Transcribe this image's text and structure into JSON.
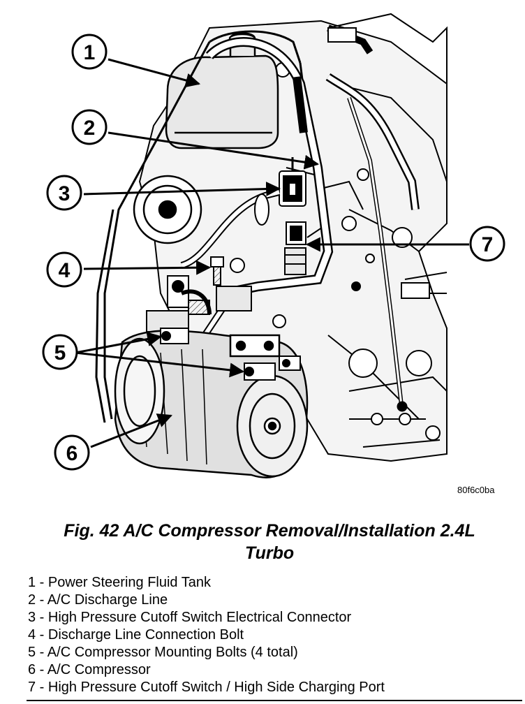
{
  "figure": {
    "image_code": "80f6c0ba",
    "callouts": [
      {
        "number": "1"
      },
      {
        "number": "2"
      },
      {
        "number": "3"
      },
      {
        "number": "4"
      },
      {
        "number": "5"
      },
      {
        "number": "6"
      },
      {
        "number": "7"
      }
    ]
  },
  "caption": {
    "line1": "Fig. 42 A/C Compressor Removal/Installation 2.4L",
    "line2": "Turbo"
  },
  "legend": [
    "1 - Power Steering Fluid Tank",
    "2 - A/C Discharge Line",
    "3 - High Pressure Cutoff Switch Electrical Connector",
    "4 - Discharge Line Connection Bolt",
    "5 - A/C Compressor Mounting Bolts (4 total)",
    "6 - A/C Compressor",
    "7 - High Pressure Cutoff Switch / High Side Charging Port"
  ]
}
